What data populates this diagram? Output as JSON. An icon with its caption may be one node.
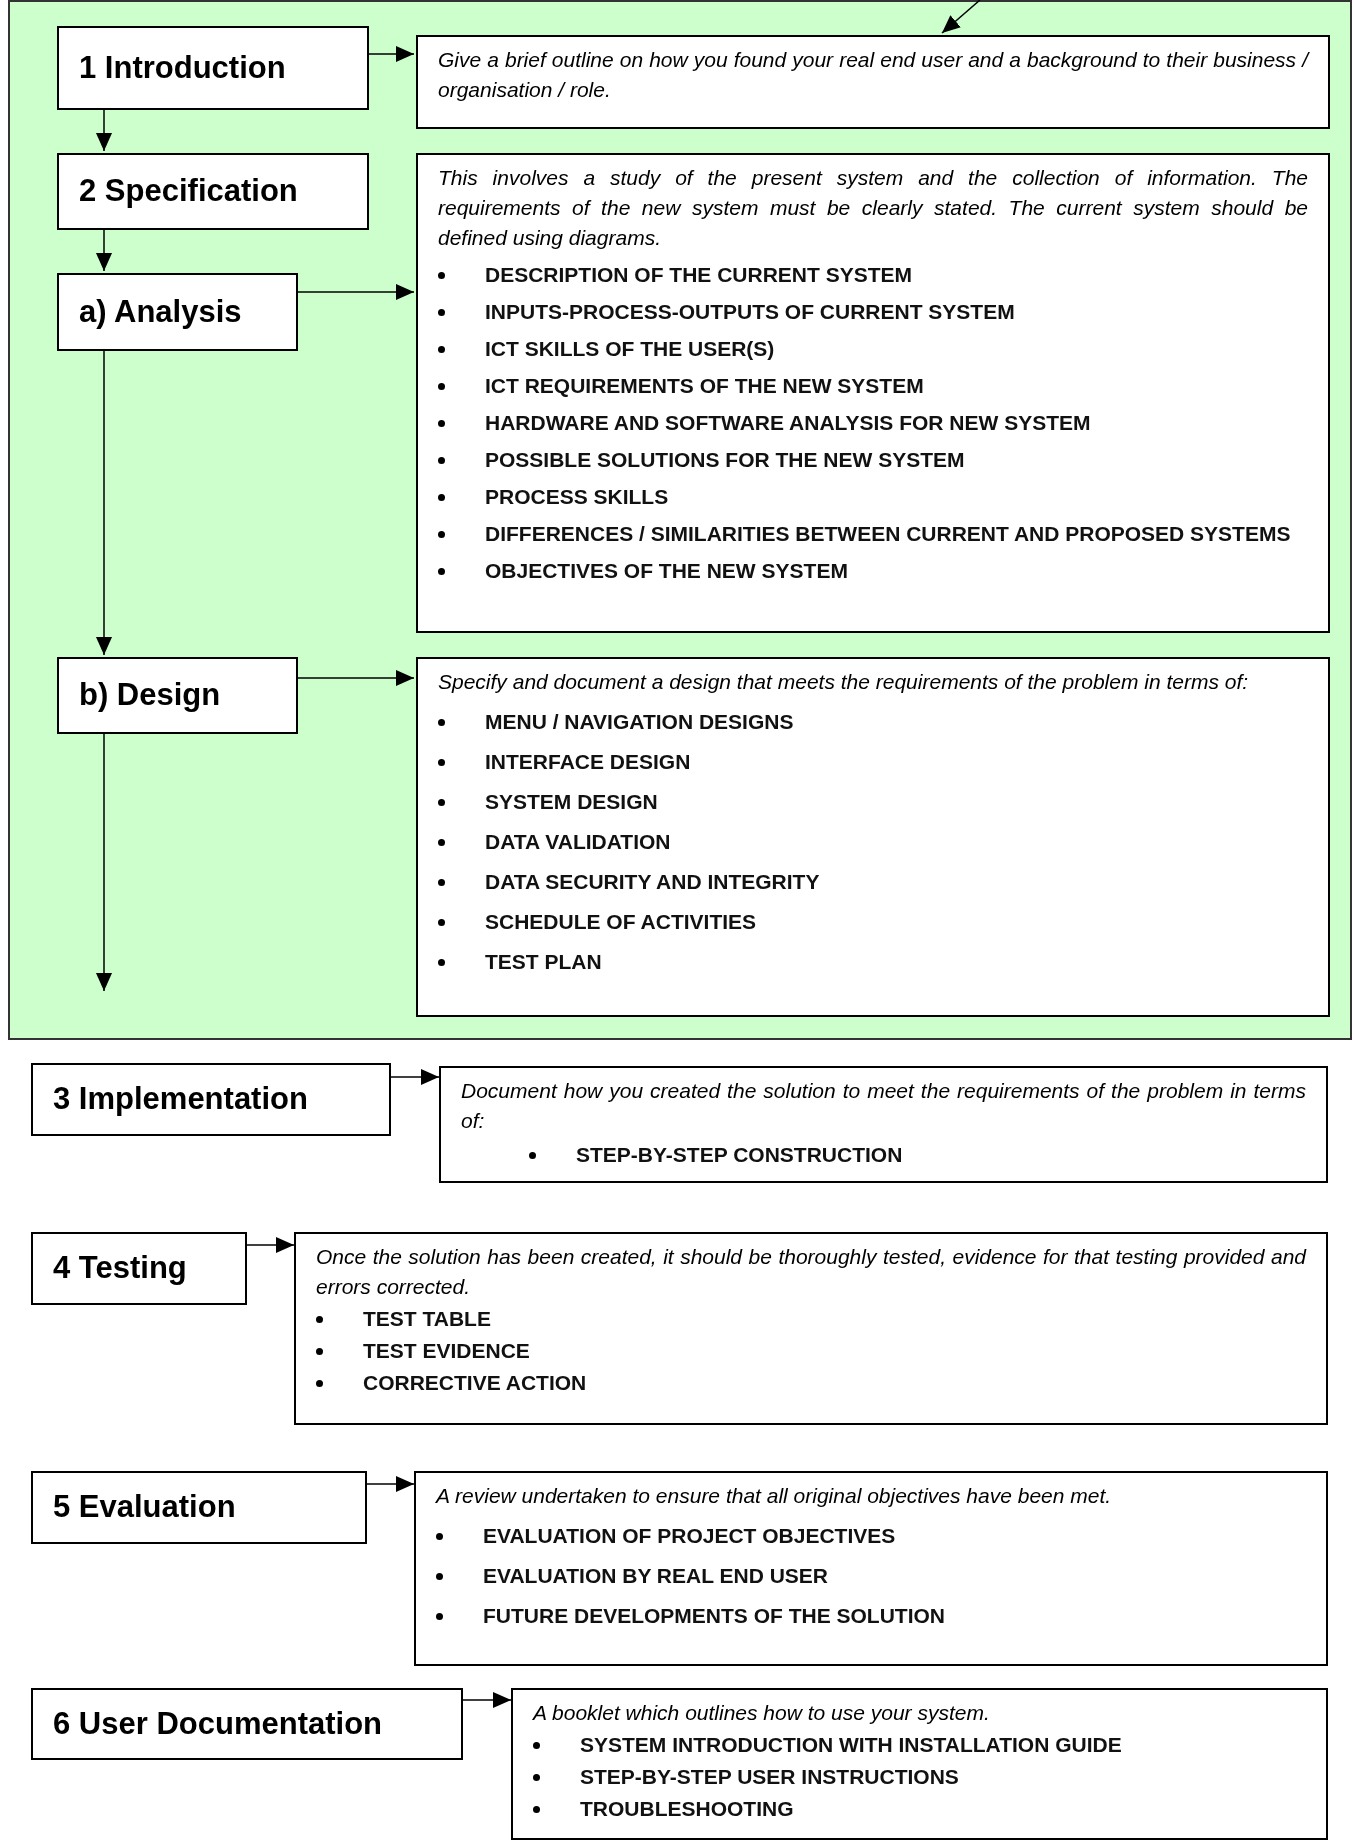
{
  "diagram": {
    "nodes": [
      {
        "text": [],
        "shape": "box"
      },
      {
        "text": [
          "1 Introduction"
        ],
        "in": 0
      },
      {
        "text": [
          "Give a brief outline on how you found your real end user and a background to their business / organisation / role."
        ],
        "in": 0
      },
      {
        "text": [
          "2 Specification"
        ],
        "in": 0
      },
      {
        "text": [
          "a) Analysis"
        ],
        "in": 0
      },
      {
        "text": [
          "This involves a study of the present system and the collection of information. The requirements of the new system must be clearly stated. The current system should be defined using diagrams.",
          "DESCRIPTION OF THE CURRENT SYSTEM",
          "INPUTS-PROCESS-OUTPUTS OF CURRENT SYSTEM",
          "ICT SKILLS OF THE USER(S)",
          "ICT REQUIREMENTS OF THE NEW SYSTEM",
          "HARDWARE AND SOFTWARE ANALYSIS FOR NEW SYSTEM",
          "POSSIBLE SOLUTIONS FOR THE NEW SYSTEM",
          "PROCESS SKILLS",
          "DIFFERENCES / SIMILARITIES BETWEEN CURRENT AND PROPOSED SYSTEMS",
          "OBJECTIVES OF THE NEW SYSTEM"
        ],
        "in": 0
      },
      {
        "text": [
          "b) Design"
        ],
        "in": 0
      },
      {
        "text": [
          "Specify and document a design that meets the requirements of the problem in terms of:",
          "MENU / NAVIGATION DESIGNS",
          "INTERFACE DESIGN",
          "SYSTEM DESIGN",
          "DATA VALIDATION",
          "DATA SECURITY AND INTEGRITY",
          "SCHEDULE OF ACTIVITIES",
          "TEST PLAN"
        ],
        "in": 0
      },
      {
        "text": [
          "3 Implementation"
        ]
      },
      {
        "text": [
          "Document how you created the solution to meet the requirements of the problem in terms of:",
          "STEP-BY-STEP CONSTRUCTION"
        ]
      },
      {
        "text": [
          "4 Testing"
        ]
      },
      {
        "text": [
          "Once the solution has been created, it should be thoroughly tested, evidence for that testing provided and errors corrected.",
          "TEST TABLE",
          "TEST EVIDENCE",
          "CORRECTIVE ACTION"
        ]
      },
      {
        "text": [
          "5 Evaluation"
        ]
      },
      {
        "text": [
          "A review undertaken to ensure that all original objectives have been met.",
          "EVALUATION OF PROJECT OBJECTIVES",
          "EVALUATION BY REAL END USER",
          "FUTURE DEVELOPMENTS OF THE SOLUTION"
        ]
      },
      {
        "text": [
          "6 User Documentation"
        ]
      },
      {
        "text": [
          "A booklet which outlines how to use your system.",
          "SYSTEM INTRODUCTION WITH INSTALLATION GUIDE",
          "STEP-BY-STEP USER INSTRUCTIONS",
          "TROUBLESHOOTING"
        ]
      }
    ],
    "edges": [
      {
        "from": null,
        "to": 2,
        "arrow": "to"
      },
      {
        "from": 1,
        "to": 2,
        "arrow": "to"
      },
      {
        "from": 1,
        "to": 3,
        "arrow": "to"
      },
      {
        "from": 3,
        "to": 4,
        "arrow": "to"
      },
      {
        "from": 4,
        "to": 5,
        "arrow": "to"
      },
      {
        "from": 4,
        "to": 6,
        "arrow": "to"
      },
      {
        "from": 6,
        "to": 7,
        "arrow": "to"
      },
      {
        "from": 6,
        "to": null,
        "arrow": "to"
      },
      {
        "from": 8,
        "to": 9,
        "arrow": "to"
      },
      {
        "from": 10,
        "to": 11,
        "arrow": "to"
      },
      {
        "from": 12,
        "to": 13,
        "arrow": "to"
      },
      {
        "from": 14,
        "to": 15,
        "arrow": "to"
      }
    ]
  }
}
